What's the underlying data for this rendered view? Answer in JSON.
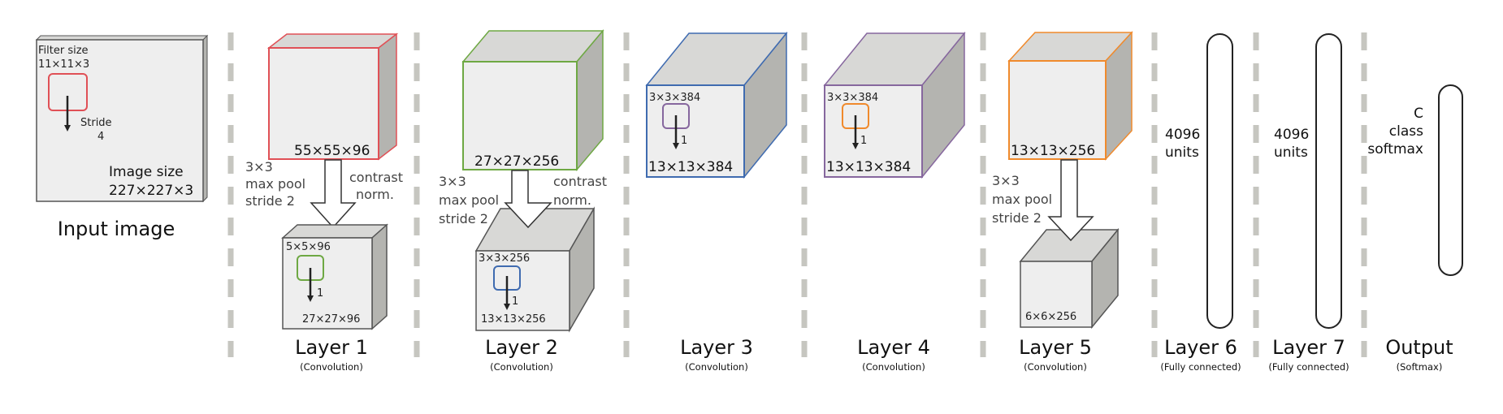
{
  "colors": {
    "layer1": "#e05056",
    "layer2": "#6ea843",
    "layer3": "#3f6bb0",
    "layer4": "#86679e",
    "layer5": "#f08a2c",
    "cube_face": "#eeeeee",
    "cube_top": "#d8d8d6",
    "cube_side": "#b4b4b0",
    "separator": "#c6c6c0"
  },
  "input": {
    "filter_label": "Filter size",
    "filter_value": "11×11×3",
    "stride_label": "Stride",
    "stride_value": "4",
    "size_label": "Image size",
    "size_value": "227×227×3",
    "title": "Input image"
  },
  "layer1": {
    "top_dims": "55×55×96",
    "pool_l1": "3×3",
    "pool_l2": "max pool",
    "pool_l3": "stride 2",
    "norm_l1": "contrast",
    "norm_l2": "norm.",
    "filter": "5×5×96",
    "stride": "1",
    "bottom_dims": "27×27×96",
    "name": "Layer 1",
    "kind": "(Convolution)"
  },
  "layer2": {
    "top_dims": "27×27×256",
    "pool_l1": "3×3",
    "pool_l2": "max pool",
    "pool_l3": "stride 2",
    "norm_l1": "contrast",
    "norm_l2": "norm.",
    "filter": "3×3×256",
    "stride": "1",
    "bottom_dims": "13×13×256",
    "name": "Layer 2",
    "kind": "(Convolution)"
  },
  "layer3": {
    "filter": "3×3×384",
    "stride": "1",
    "dims": "13×13×384",
    "name": "Layer 3",
    "kind": "(Convolution)"
  },
  "layer4": {
    "filter": "3×3×384",
    "stride": "1",
    "dims": "13×13×384",
    "name": "Layer 4",
    "kind": "(Convolution)"
  },
  "layer5": {
    "top_dims": "13×13×256",
    "pool_l1": "3×3",
    "pool_l2": "max pool",
    "pool_l3": "stride 2",
    "bottom_dims": "6×6×256",
    "name": "Layer 5",
    "kind": "(Convolution)"
  },
  "layer6": {
    "units_num": "4096",
    "units_label": "units",
    "name": "Layer 6",
    "kind": "(Fully connected)"
  },
  "layer7": {
    "units_num": "4096",
    "units_label": "units",
    "name": "Layer 7",
    "kind": "(Fully connected)"
  },
  "output": {
    "l1": "C",
    "l2": "class",
    "l3": "softmax",
    "name": "Output",
    "kind": "(Softmax)"
  }
}
